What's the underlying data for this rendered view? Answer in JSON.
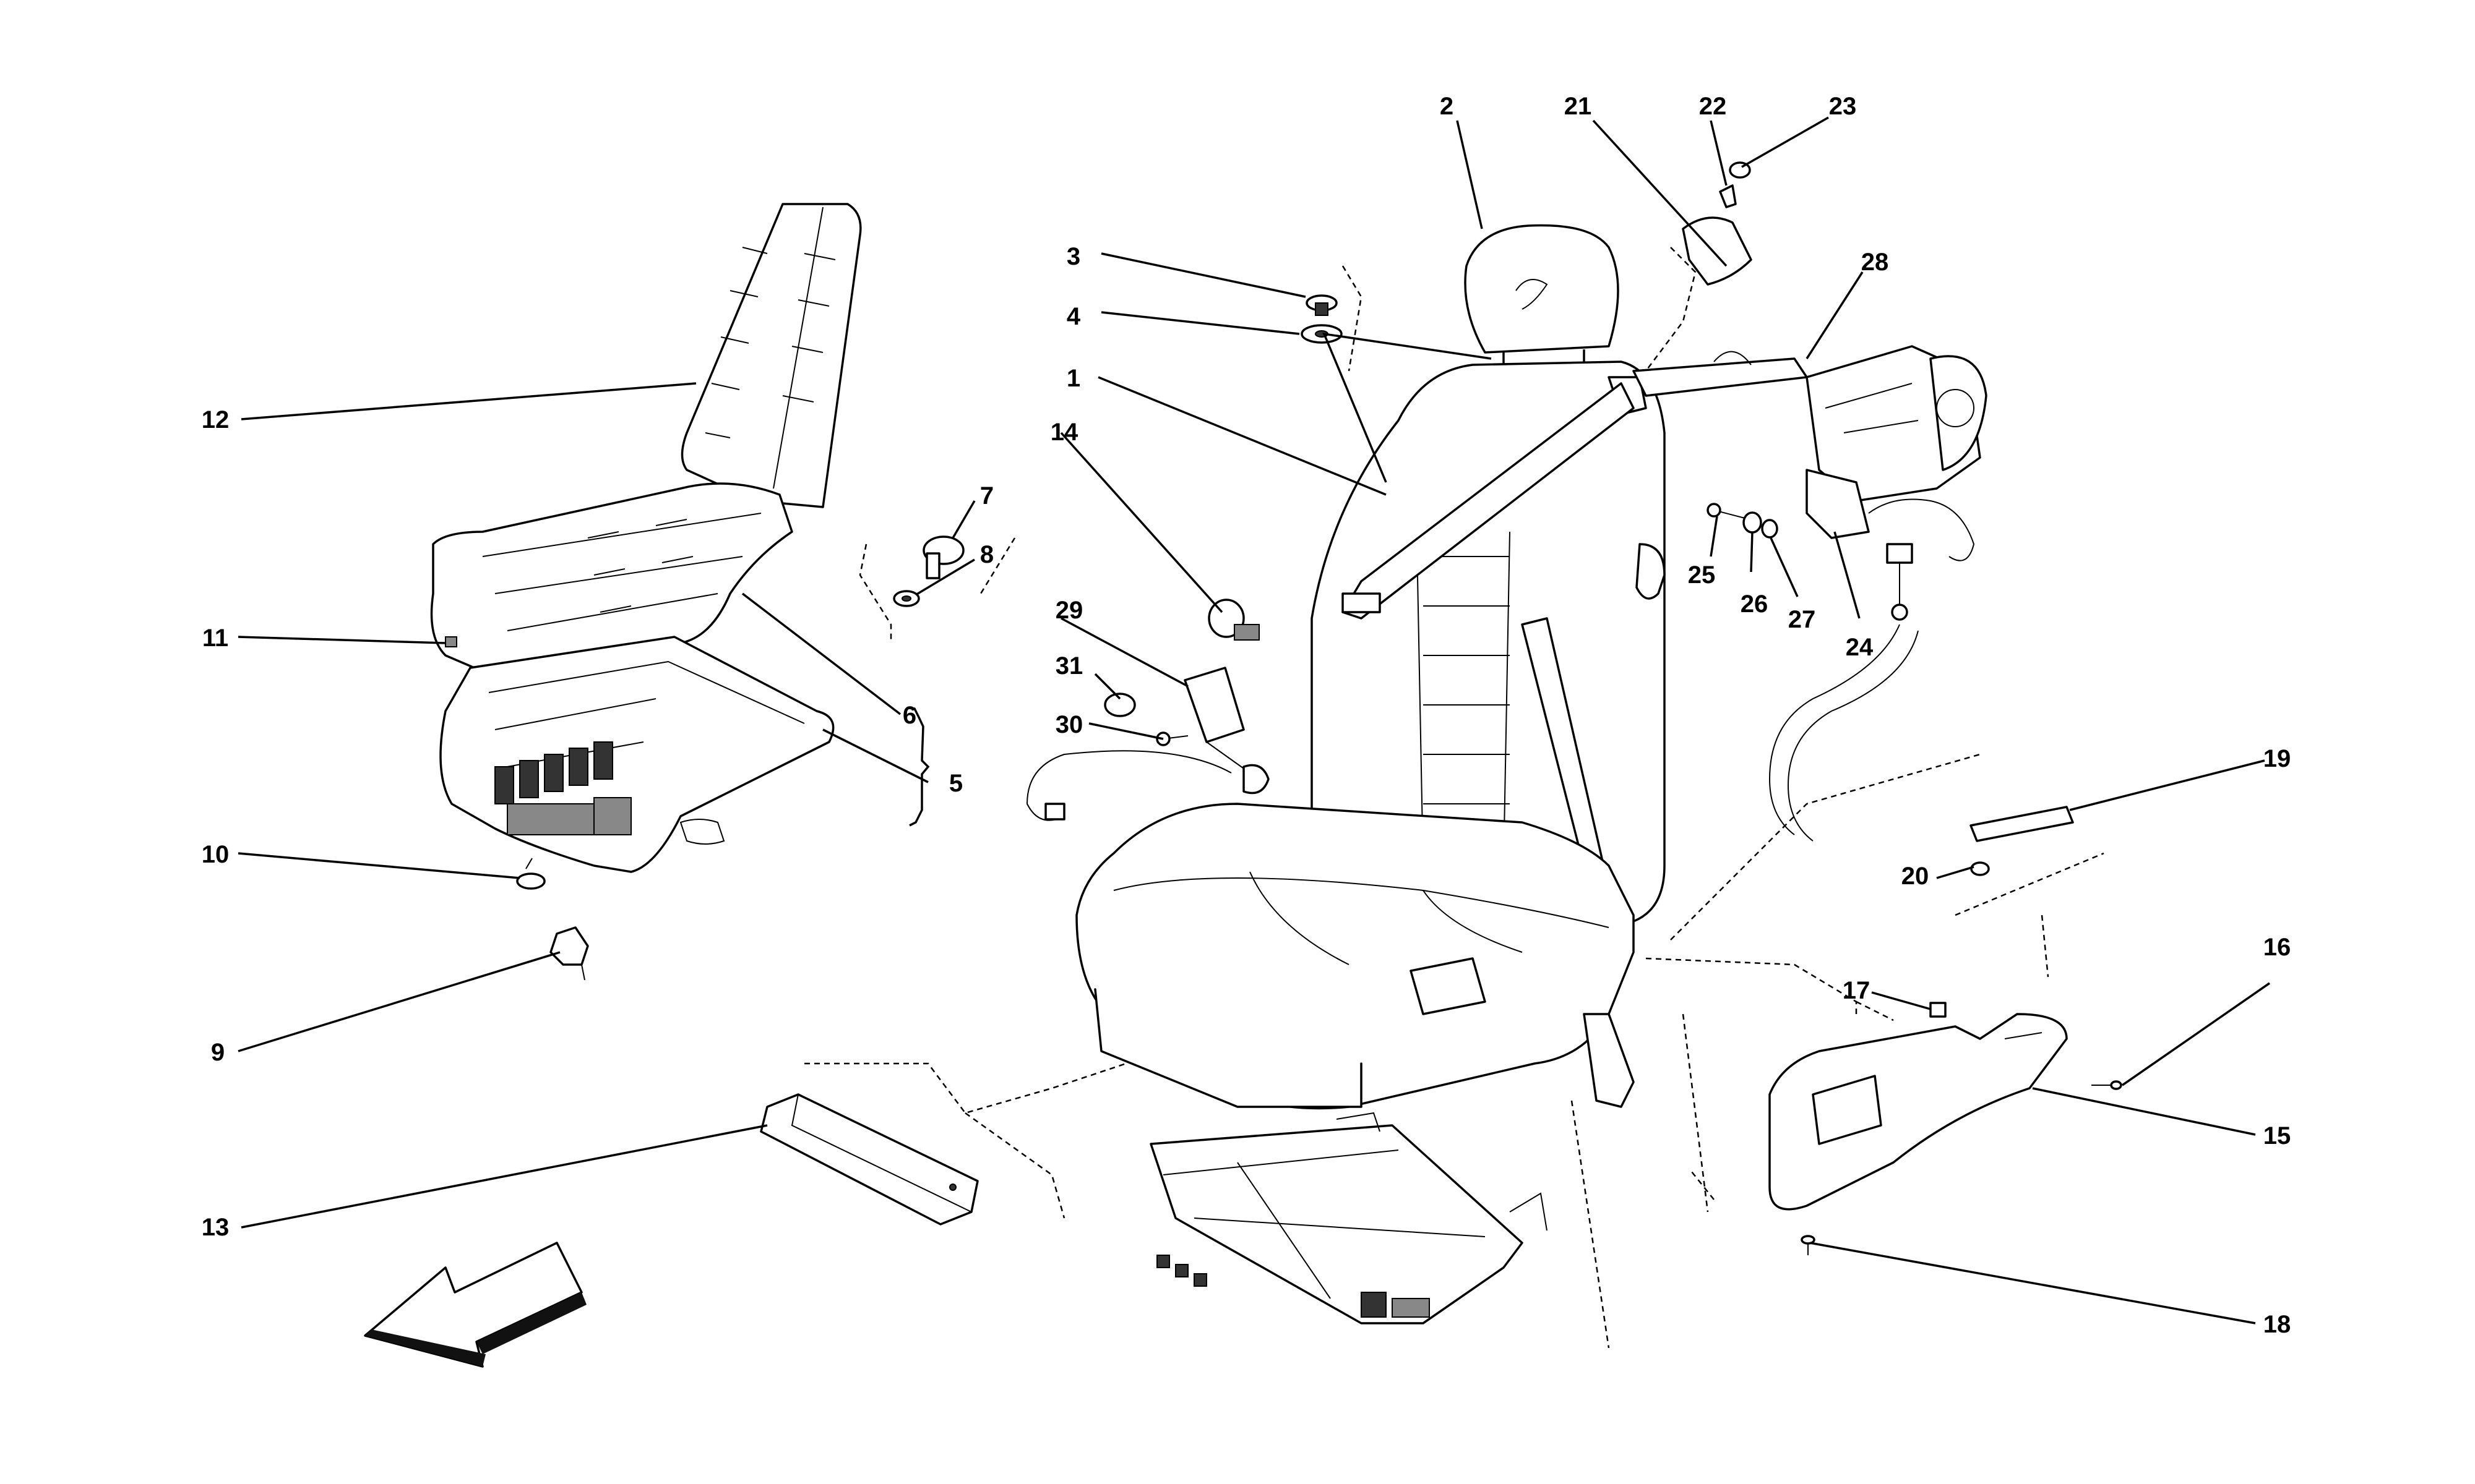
{
  "callouts": [
    {
      "id": "c1",
      "text": "1"
    },
    {
      "id": "c2",
      "text": "2"
    },
    {
      "id": "c3",
      "text": "3"
    },
    {
      "id": "c4",
      "text": "4"
    },
    {
      "id": "c5",
      "text": "5"
    },
    {
      "id": "c6",
      "text": "6"
    },
    {
      "id": "c7",
      "text": "7"
    },
    {
      "id": "c8",
      "text": "8"
    },
    {
      "id": "c9",
      "text": "9"
    },
    {
      "id": "c10",
      "text": "10"
    },
    {
      "id": "c11",
      "text": "11"
    },
    {
      "id": "c12",
      "text": "12"
    },
    {
      "id": "c13",
      "text": "13"
    },
    {
      "id": "c14",
      "text": "14"
    },
    {
      "id": "c15",
      "text": "15"
    },
    {
      "id": "c16",
      "text": "16"
    },
    {
      "id": "c17",
      "text": "17"
    },
    {
      "id": "c18",
      "text": "18"
    },
    {
      "id": "c19",
      "text": "19"
    },
    {
      "id": "c20",
      "text": "20"
    },
    {
      "id": "c21",
      "text": "21"
    },
    {
      "id": "c22",
      "text": "22"
    },
    {
      "id": "c23",
      "text": "23"
    },
    {
      "id": "c24",
      "text": "24"
    },
    {
      "id": "c25",
      "text": "25"
    },
    {
      "id": "c26",
      "text": "26"
    },
    {
      "id": "c27",
      "text": "27"
    },
    {
      "id": "c28",
      "text": "28"
    },
    {
      "id": "c29",
      "text": "29"
    },
    {
      "id": "c30",
      "text": "30"
    },
    {
      "id": "c31",
      "text": "31"
    }
  ],
  "icons": [
    "direction-arrow-icon"
  ]
}
